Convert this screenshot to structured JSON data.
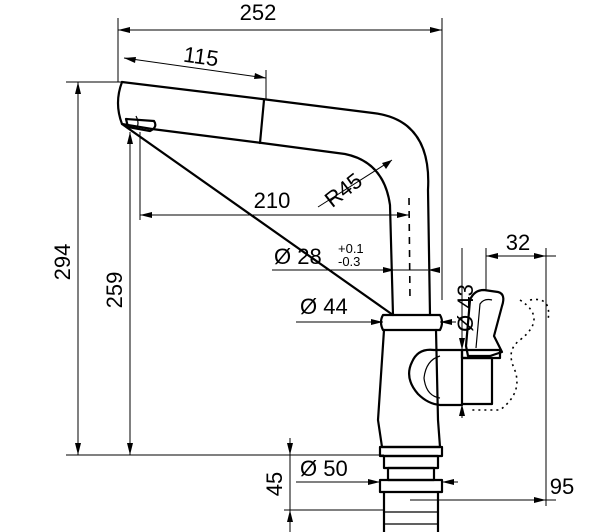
{
  "dimensions": {
    "overall_width": "252",
    "spout_pullout": "115",
    "reach": "210",
    "bend_radius": "R45",
    "tube_diameter": "Ø 28",
    "tube_tol_upper": "+0.1",
    "tube_tol_lower": "-0.3",
    "body_diameter": "Ø 44",
    "handle_diameter": "Ø 43",
    "handle_depth": "32",
    "overall_height": "294",
    "outlet_height": "259",
    "base_height": "45",
    "base_diameter": "Ø 50",
    "handle_clearance": "95"
  }
}
